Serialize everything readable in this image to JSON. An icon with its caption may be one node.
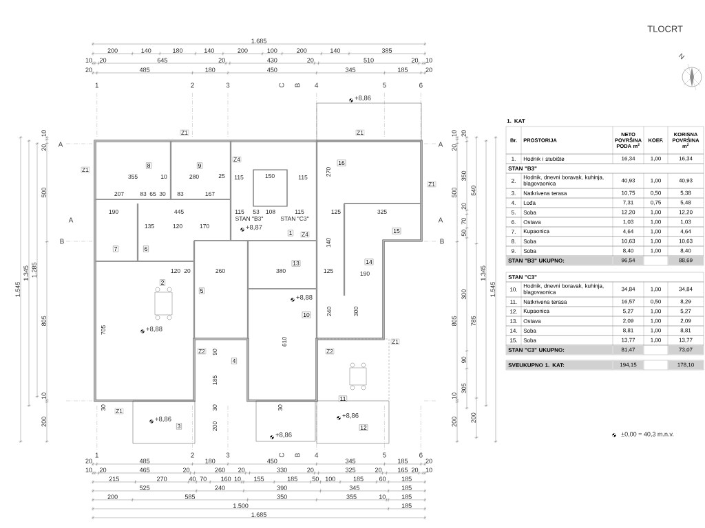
{
  "diagram": {
    "title": "TLOCRT",
    "nodes": [
      {
        "text": [
          "1"
        ]
      },
      {
        "text": [
          "2"
        ]
      },
      {
        "text": [
          "3"
        ]
      },
      {
        "text": [
          "4"
        ]
      },
      {
        "text": [
          "5"
        ]
      },
      {
        "text": [
          "6"
        ]
      },
      {
        "text": [
          "7"
        ]
      },
      {
        "text": [
          "8"
        ]
      },
      {
        "text": [
          "9"
        ]
      },
      {
        "text": [
          "10"
        ]
      },
      {
        "text": [
          "11"
        ]
      },
      {
        "text": [
          "12"
        ]
      },
      {
        "text": [
          "13"
        ]
      },
      {
        "text": [
          "14"
        ]
      },
      {
        "text": [
          "15"
        ]
      },
      {
        "text": [
          "16"
        ]
      }
    ],
    "labels": [
      "1.685",
      "200",
      "140",
      "180",
      "140",
      "200",
      "100",
      "200",
      "140",
      "385",
      "10",
      "20",
      "645",
      "20",
      "430",
      "20",
      "510",
      "20",
      "10",
      "20",
      "485",
      "180",
      "450",
      "345",
      "185",
      "20",
      "1",
      "2",
      "3",
      "C",
      "B",
      "4",
      "5",
      "6",
      "+8,86",
      "Z1",
      "Z1",
      "Z4",
      "Z1",
      "Z1",
      "A",
      "A",
      "A",
      "A",
      "B",
      "B",
      "355",
      "10",
      "280",
      "25",
      "115",
      "150",
      "115",
      "270",
      "207",
      "83",
      "65",
      "30",
      "83",
      "167",
      "190",
      "445",
      "115",
      "53",
      "108",
      "115",
      "125",
      "325",
      "STAN \"B3\"",
      "+8,87",
      "STAN \"C3\"",
      "Z4",
      "135",
      "120",
      "170",
      "140",
      "120",
      "20",
      "260",
      "380",
      "125",
      "190",
      "+8,88",
      "240",
      "300",
      "+8,88",
      "705",
      "610",
      "Z1",
      "Z2",
      "Z2",
      "90",
      "185",
      "30",
      "30",
      "30",
      "Z1",
      "+8,86",
      "+8,86",
      "200",
      "+8,86",
      "1",
      "2",
      "3",
      "C",
      "B",
      "4",
      "5",
      "6",
      "20",
      "485",
      "180",
      "450",
      "345",
      "185",
      "20",
      "10",
      "20",
      "465",
      "20",
      "260",
      "20",
      "330",
      "20",
      "325",
      "20",
      "165",
      "20",
      "10",
      "215",
      "270",
      "40",
      "70",
      "160",
      "10",
      "155",
      "185",
      "50",
      "100",
      "185",
      "60",
      "185",
      "525",
      "240",
      "390",
      "345",
      "185",
      "200",
      "585",
      "350",
      "355",
      "10",
      "185",
      "1.500",
      "185",
      "1.685",
      "1.545",
      "1.345",
      "1.285",
      "10",
      "20",
      "500",
      "805",
      "10",
      "200",
      "10",
      "20",
      "500",
      "805",
      "10",
      "200",
      "20",
      "350",
      "20",
      "70",
      "50",
      "300",
      "90",
      "305",
      "540",
      "785",
      "200",
      "1.345",
      "1.545",
      "N",
      "1. KAT",
      "Br.",
      "PROSTORIJA",
      "NETO POVRŠINA PODA m$^{2}$",
      "KOEF.",
      "KORISNA POVRŠINA m$^{2}$",
      "1.",
      "Hodnik i stubište",
      "16,34",
      "1,00",
      "16,34",
      "STAN \"B3\"",
      "2.",
      "Hodnik, dnevni boravak, kuhinja, blagovaonica",
      "40,93",
      "1,00",
      "40,93",
      "3.",
      "Natkrivena terasa",
      "10,75",
      "0,50",
      "5,38",
      "4.",
      "Lođa",
      "7,31",
      "0,75",
      "5,48",
      "5.",
      "Soba",
      "12,20",
      "1,00",
      "12,20",
      "6.",
      "Ostava",
      "1,03",
      "1,00",
      "1,03",
      "7.",
      "Kupaonica",
      "4,64",
      "1,00",
      "4,64",
      "8.",
      "Soba",
      "10,63",
      "1,00",
      "10,63",
      "9.",
      "Soba",
      "8,40",
      "1,00",
      "8,40",
      "STAN \"B3\" UKUPNO:",
      "96,54",
      "88,69",
      "STAN \"C3\"",
      "10.",
      "Hodnik, dnevni boravak, kuhinja, blagovaonica",
      "34,84",
      "1,00",
      "34,84",
      "11.",
      "Natkrivena terasa",
      "16,57",
      "0,50",
      "8,29",
      "12.",
      "Kupaonica",
      "5,27",
      "1,00",
      "5,27",
      "13.",
      "Ostava",
      "2,09",
      "1,00",
      "2,09",
      "14.",
      "Soba",
      "8,81",
      "1,00",
      "8,81",
      "15.",
      "Soba",
      "13,77",
      "1,00",
      "13,77",
      "STAN \"C3\" UKUPNO:",
      "81,47",
      "73,07",
      "SVEUKUPNO 1. KAT:",
      "194,15",
      "178,10",
      "±0,00 = 40,3 m.n.v."
    ]
  }
}
